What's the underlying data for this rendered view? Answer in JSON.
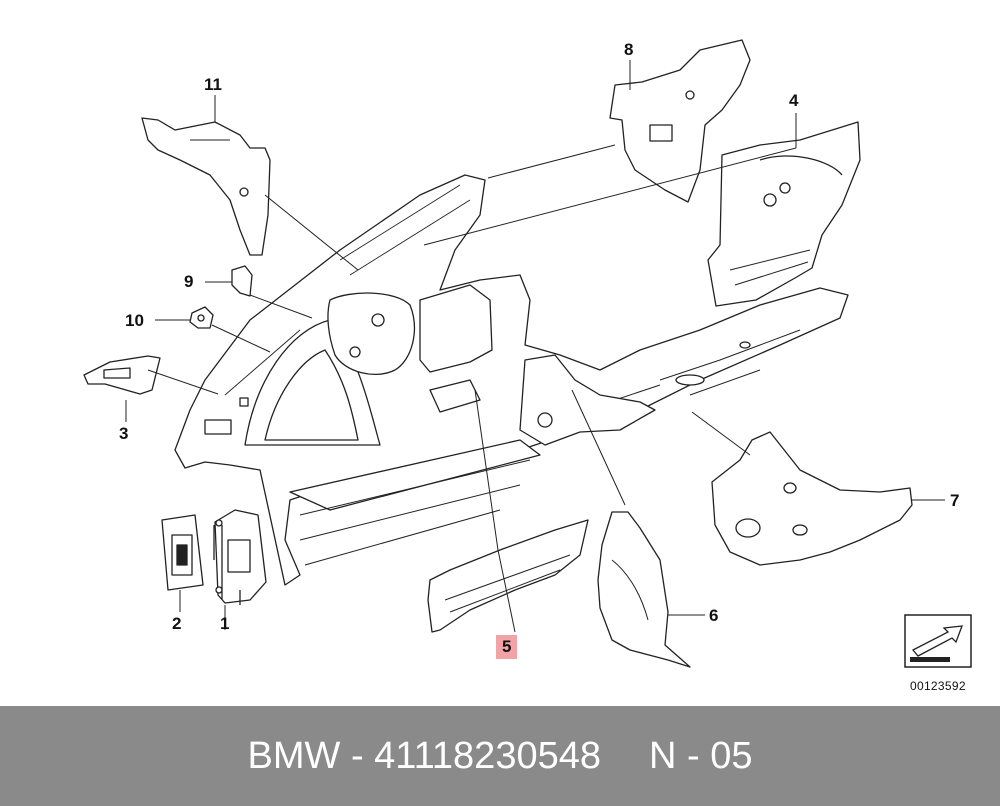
{
  "callouts": {
    "c1": "1",
    "c2": "2",
    "c3": "3",
    "c4": "4",
    "c5": "5",
    "c6": "6",
    "c7": "7",
    "c8": "8",
    "c9": "9",
    "c10": "10",
    "c11": "11"
  },
  "highlight_color": "#f2a3a7",
  "reference_number": "00123592",
  "footer": {
    "brand": "BMW - 41118230548",
    "code": "N - 05",
    "background": "#8a8a8a"
  }
}
